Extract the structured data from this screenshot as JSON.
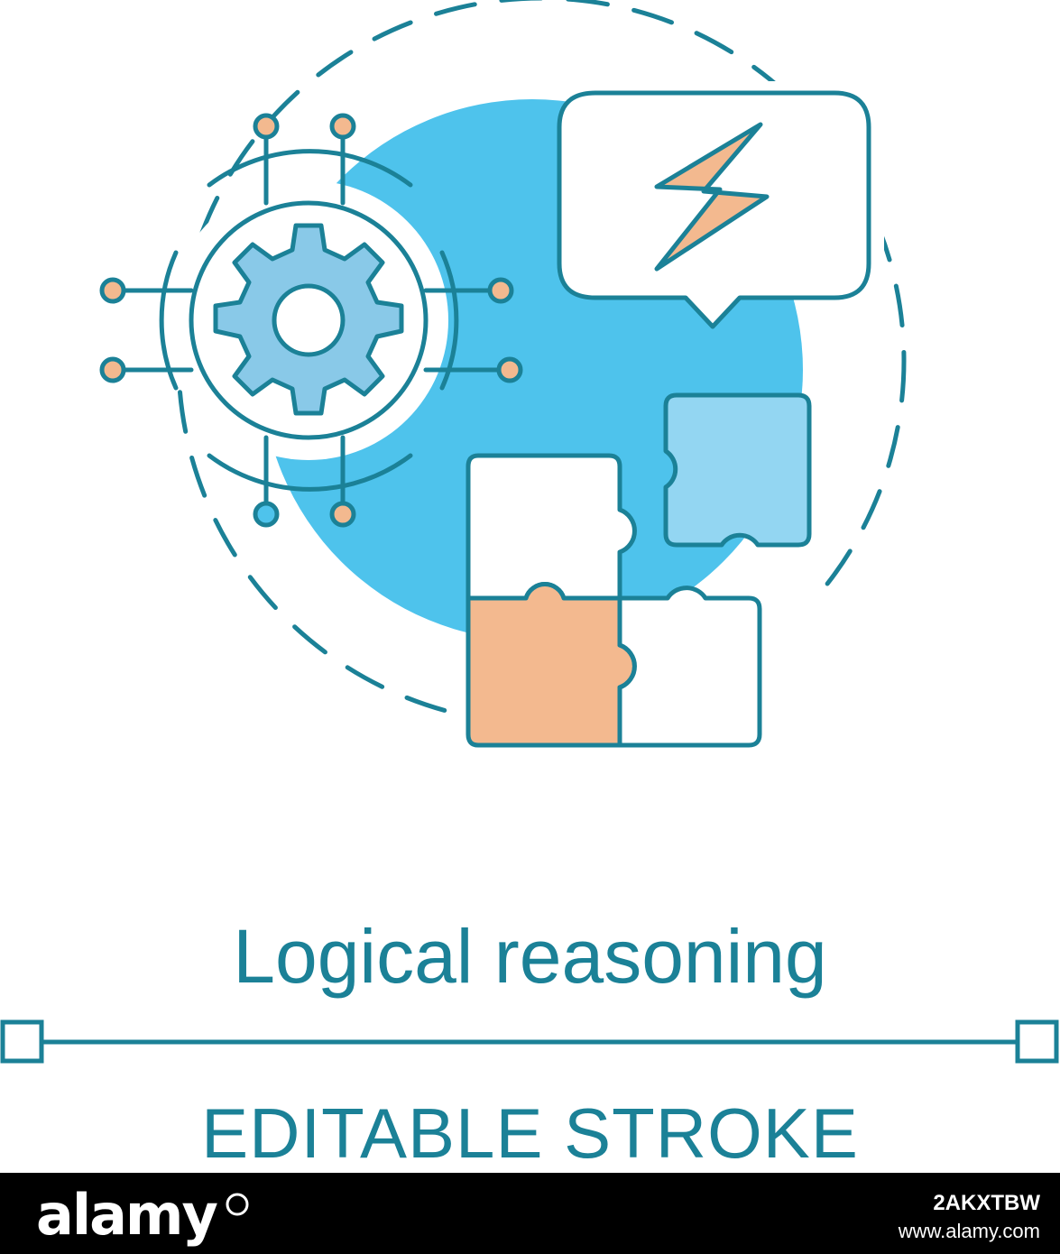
{
  "colors": {
    "stroke": "#1b8197",
    "blue": "#4ec3ec",
    "light_blue": "#93d6f2",
    "gear_blue": "#89c9e8",
    "orange": "#f3b98f",
    "background": "#ffffff",
    "footer_bg": "#000000",
    "footer_text": "#ffffff"
  },
  "icons": {
    "gear": "gear-icon",
    "bolt": "lightning-bolt-icon",
    "bubble": "speech-bubble-icon",
    "puzzle": "puzzle-pieces-icon",
    "circuit": "circuit-nodes-icon"
  },
  "title": "Logical reasoning",
  "subtitle": "EDITABLE STROKE",
  "footer": {
    "brand": "alamy",
    "image_id": "2AKXTBW",
    "site": "www.alamy.com"
  }
}
